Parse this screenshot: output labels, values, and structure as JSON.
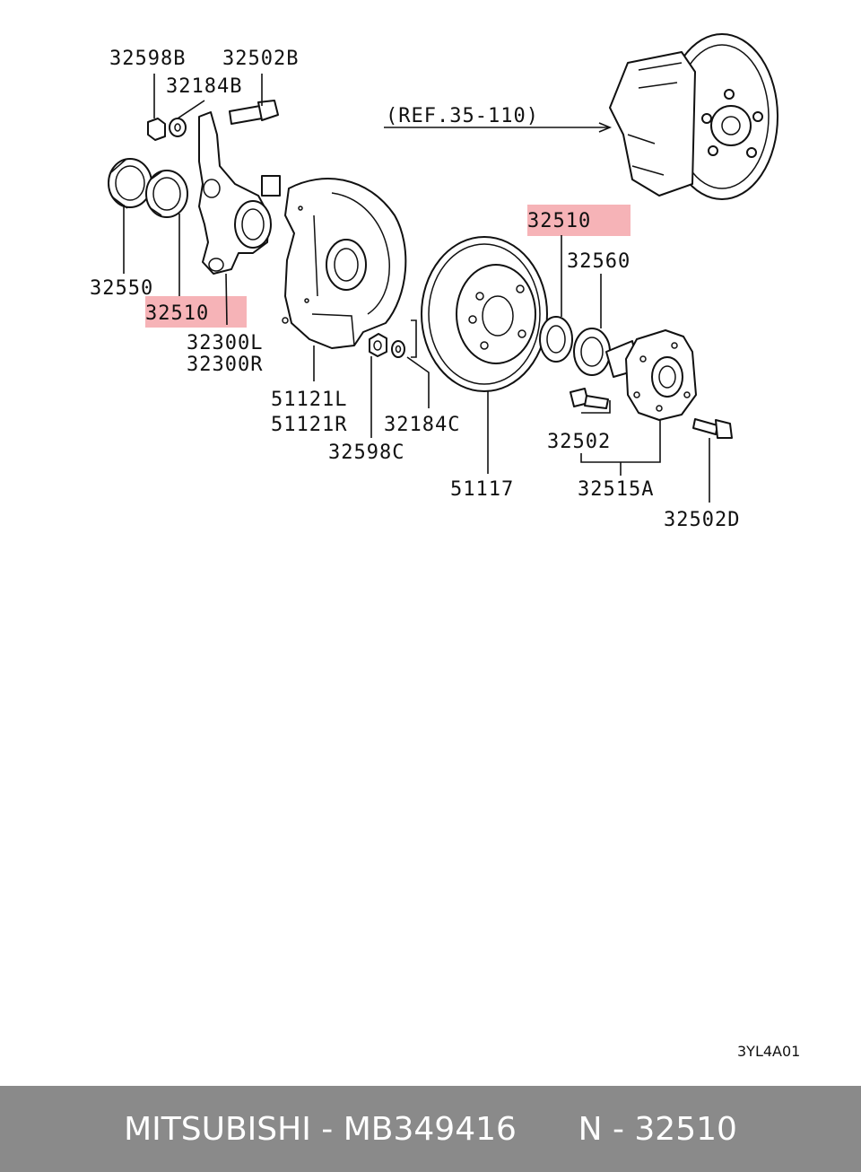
{
  "parts": {
    "p32598B": "32598B",
    "p32502B": "32502B",
    "p32184B": "32184B",
    "ref": "(REF.35-110)",
    "p32550": "32550",
    "p32510a": "32510",
    "p32300L": "32300L",
    "p32300R": "32300R",
    "p32510b": "32510",
    "p32560": "32560",
    "p51121L": "51121L",
    "p51121R": "51121R",
    "p32184C": "32184C",
    "p32598C": "32598C",
    "p51117": "51117",
    "p32502": "32502",
    "p32515A": "32515A",
    "p32502D": "32502D"
  },
  "highlight_color": "#f4a6aa",
  "diagram_code": "3YL4A01",
  "footer": {
    "brand": "MITSUBISHI",
    "sep1": " - ",
    "part_number": "MB349416",
    "gap": "      ",
    "ref_code": "N - 32510"
  }
}
